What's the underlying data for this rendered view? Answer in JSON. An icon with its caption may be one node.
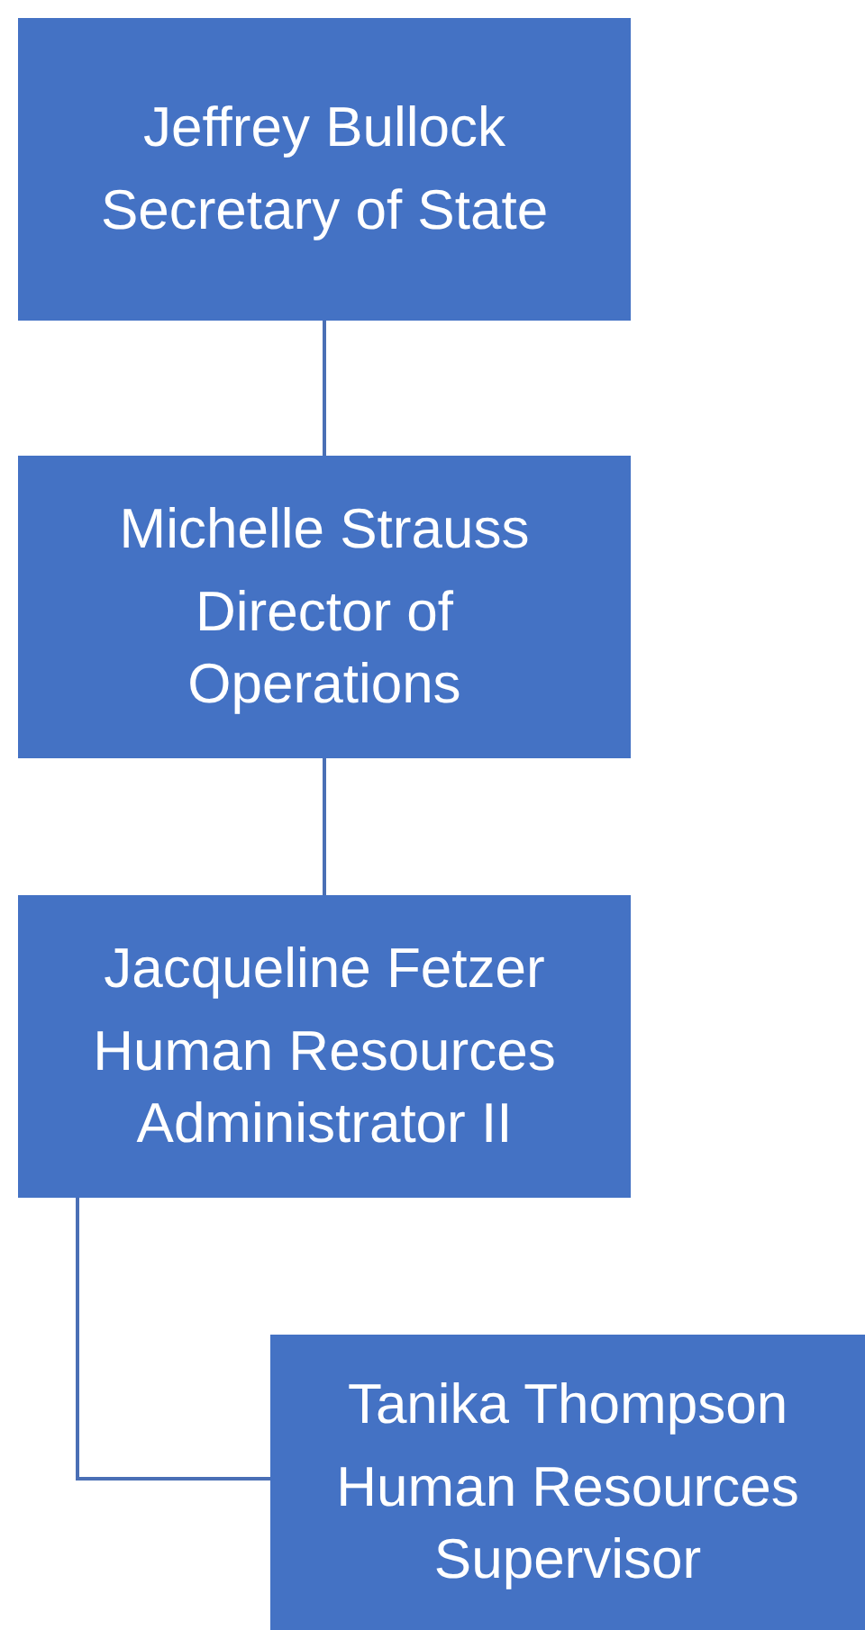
{
  "diagram": {
    "nodes": [
      {
        "text": [
          "Jeffrey Bullock",
          "Secretary of State"
        ]
      },
      {
        "text": [
          "Michelle Strauss",
          "Director of Operations"
        ]
      },
      {
        "text": [
          "Jacqueline Fetzer",
          "Human Resources Administrator II"
        ]
      },
      {
        "text": [
          "Tanika Thompson",
          "Human Resources Supervisor"
        ]
      }
    ],
    "edges": [
      {
        "from": 0,
        "to": 1,
        "arrow": "none"
      },
      {
        "from": 1,
        "to": 2,
        "arrow": "none"
      },
      {
        "from": 2,
        "to": 3,
        "arrow": "none"
      }
    ]
  }
}
